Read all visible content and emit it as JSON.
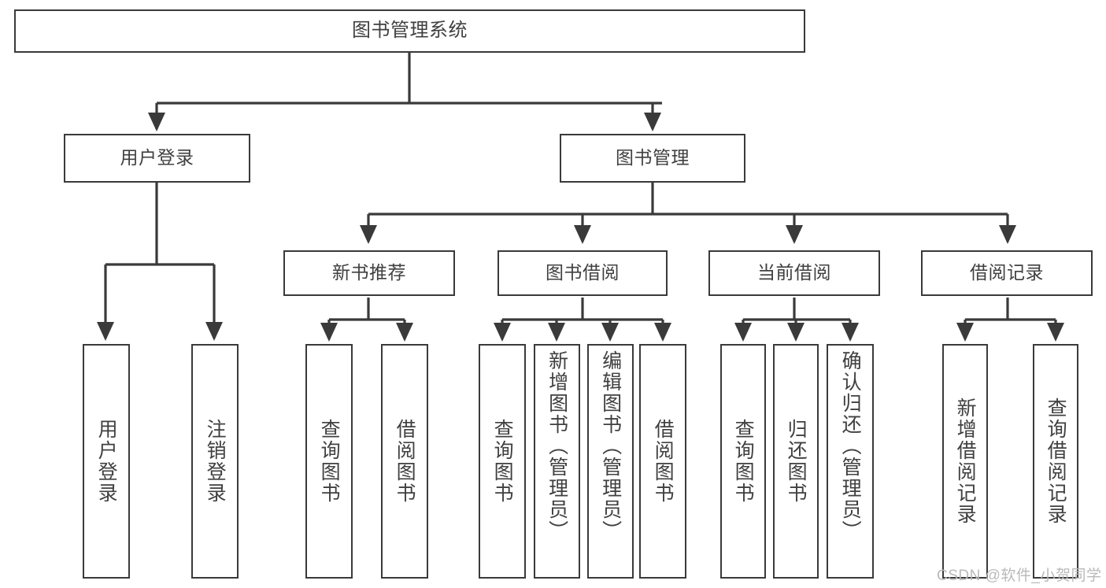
{
  "diagram": {
    "type": "tree-hierarchy-chart",
    "title": "图书管理系统",
    "background_color": "#ffffff",
    "line_color": "#3a3a3a",
    "text_color": "#404040",
    "root": {
      "label": "图书管理系统"
    },
    "level2": [
      {
        "id": "user-login",
        "label": "用户登录"
      },
      {
        "id": "book-management",
        "label": "图书管理"
      }
    ],
    "level3": [
      {
        "id": "new-book-recommend",
        "label": "新书推荐",
        "parent": "book-management"
      },
      {
        "id": "book-borrow",
        "label": "图书借阅",
        "parent": "book-management"
      },
      {
        "id": "current-borrow",
        "label": "当前借阅",
        "parent": "book-management"
      },
      {
        "id": "borrow-record",
        "label": "借阅记录",
        "parent": "book-management"
      }
    ],
    "leaves": {
      "user_login": [
        {
          "id": "leaf-user-login",
          "label": "用户登录"
        },
        {
          "id": "leaf-logout",
          "label": "注销登录"
        }
      ],
      "new_book_recommend": [
        {
          "id": "leaf-query-books-1",
          "label": "查询图书"
        },
        {
          "id": "leaf-borrow-books-1",
          "label": "借阅图书"
        }
      ],
      "book_borrow": [
        {
          "id": "leaf-query-books-2",
          "label": "查询图书"
        },
        {
          "id": "leaf-add-book",
          "label": "新增图书（管理员）"
        },
        {
          "id": "leaf-edit-book",
          "label": "编辑图书（管理员）"
        },
        {
          "id": "leaf-borrow-books-2",
          "label": "借阅图书"
        }
      ],
      "current_borrow": [
        {
          "id": "leaf-query-books-3",
          "label": "查询图书"
        },
        {
          "id": "leaf-return-book",
          "label": "归还图书"
        },
        {
          "id": "leaf-confirm-return",
          "label": "确认归还（管理员）"
        }
      ],
      "borrow_record": [
        {
          "id": "leaf-add-record",
          "label": "新增借阅记录"
        },
        {
          "id": "leaf-query-record",
          "label": "查询借阅记录"
        }
      ]
    }
  },
  "watermark": {
    "text": "CSDN @软件_小贺同学"
  }
}
